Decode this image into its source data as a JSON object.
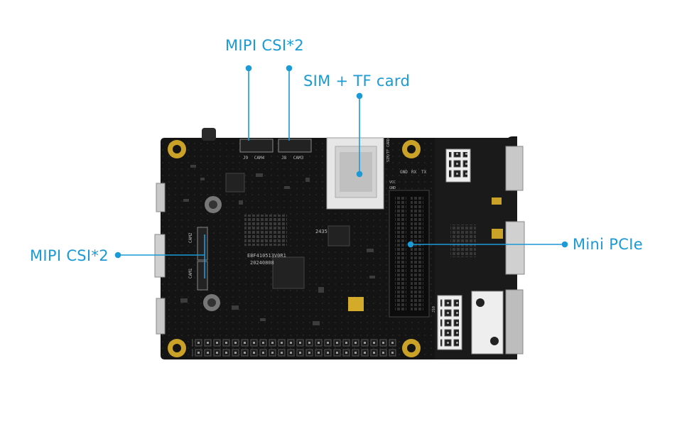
{
  "callouts": {
    "csi_top": "MIPI CSI*2",
    "sim_tf": "SIM + TF card",
    "csi_left": "MIPI CSI*2",
    "mini_pcie": "Mini PCIe"
  },
  "board_silk": {
    "model": "EBF410513V0R1",
    "date": "20240808",
    "chip_mark": "2435",
    "cam4": "CAM4",
    "cam3": "CAM3",
    "j9": "J9",
    "j8": "J8",
    "cam_left_a": "CAM2",
    "cam_left_b": "CAM1",
    "j10": "J10",
    "sim_text": "SIM/TF CARD",
    "uart_gnd": "GND",
    "uart_rx": "RX",
    "uart_tx": "TX",
    "vcc": "VCC",
    "gnd": "GND"
  },
  "colors": {
    "accent": "#1a9ad6",
    "board": "#141414",
    "pad_gold": "#c9a227",
    "background": "#ffffff"
  }
}
